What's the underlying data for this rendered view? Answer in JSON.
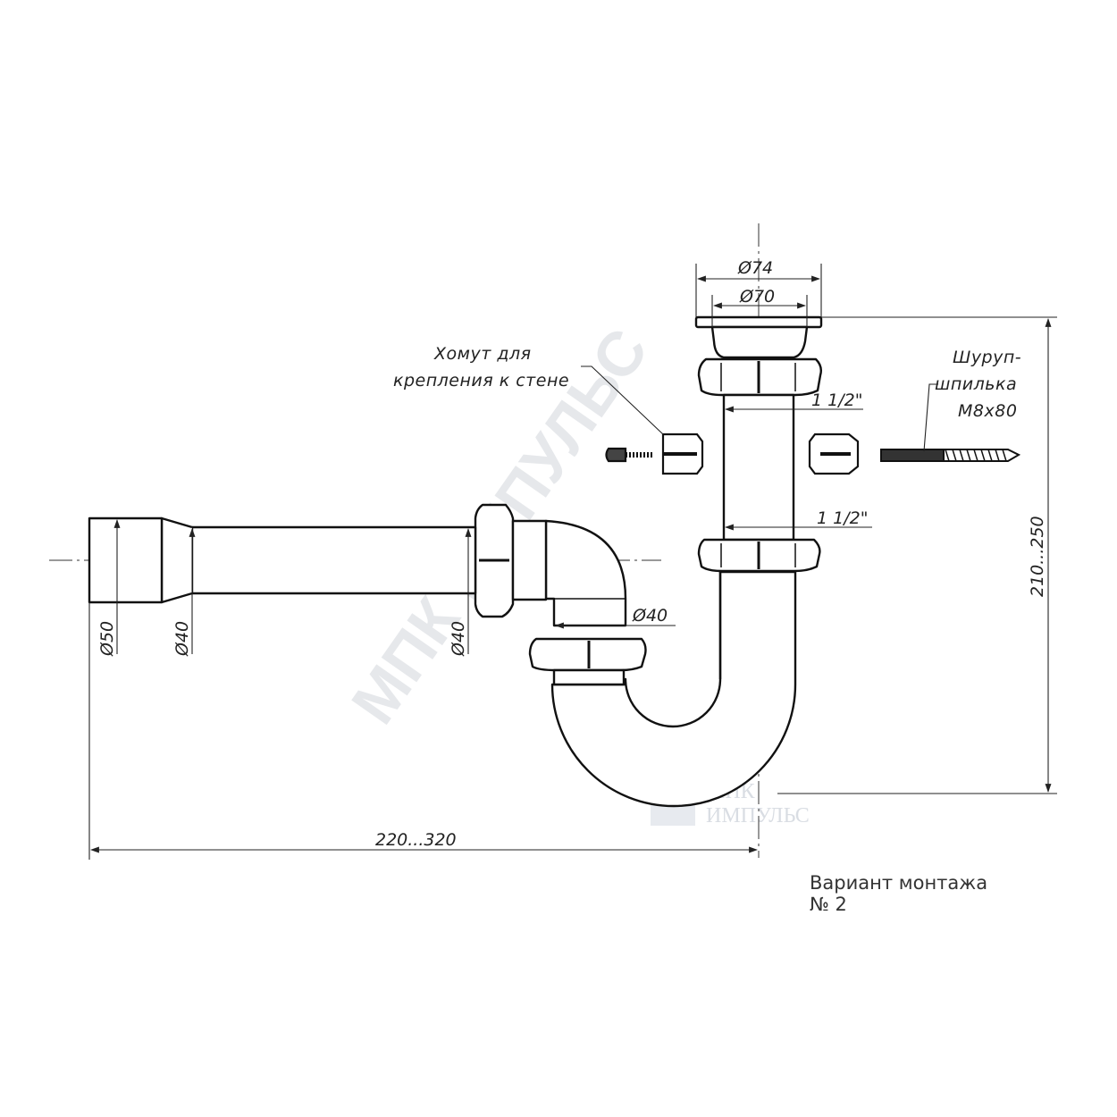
{
  "dimensions": {
    "d74": "Ø74",
    "d70": "Ø70",
    "thread_top": "1 1/2\"",
    "thread_bottom": "1 1/2\"",
    "d40_elbow": "Ø40",
    "d50": "Ø50",
    "d40_pipe_left": "Ø40",
    "d40_pipe_right": "Ø40",
    "height_range": "210...250",
    "length_range": "220...320"
  },
  "labels": {
    "clamp_line1": "Хомут для",
    "clamp_line2": "крепления к стене",
    "screw_line1": "Шуруп-",
    "screw_line2": "шпилька",
    "screw_line3": "М8х80"
  },
  "caption": {
    "line1": "Вариант монтажа",
    "line2": "№ 2"
  },
  "watermark": {
    "diagonal": "МПК ИМПУЛЬС",
    "logo_line1": "МПК",
    "logo_line2": "ИМПУЛЬС"
  }
}
